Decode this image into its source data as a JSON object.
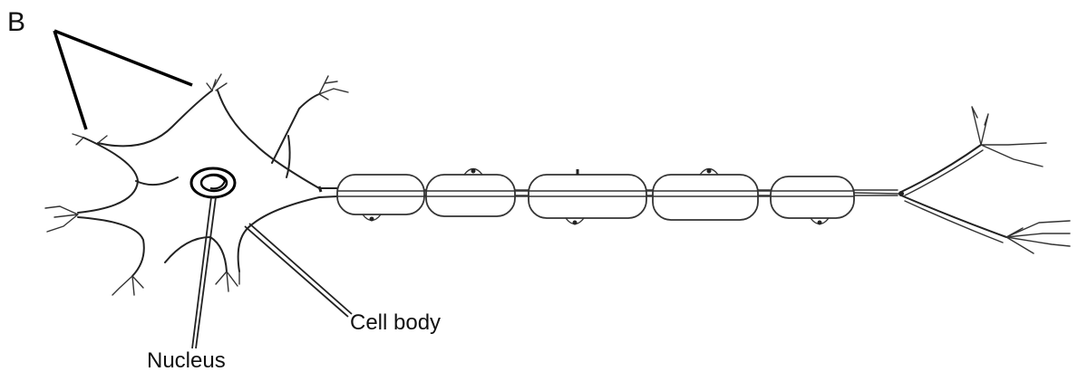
{
  "labels": {
    "b": "B",
    "nucleus": "Nucleus",
    "cell_body": "Cell body"
  },
  "colors": {
    "ink": "#222222",
    "background": "#ffffff"
  }
}
